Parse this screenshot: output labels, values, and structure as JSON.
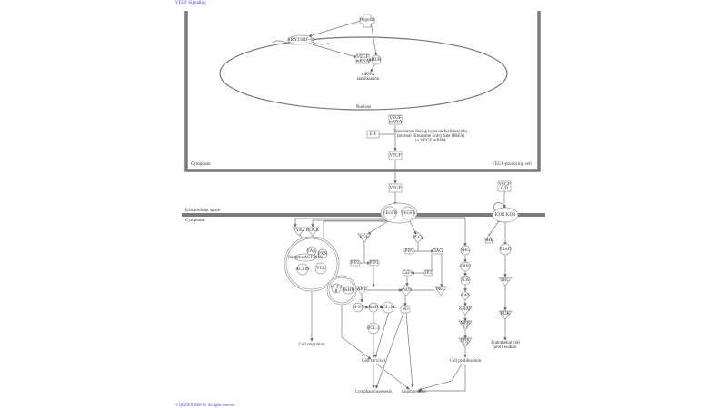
{
  "title": "VEGF Signaling",
  "footer": "© QIAGEN 2000-15. All rights reserved.",
  "compartments": {
    "nucleus": "Nucleus",
    "cytoplasm_top": "Cytoplasm",
    "producing_cell": "VEGF-producing cell",
    "extracellular": "Extracellular space",
    "cytoplasm_bottom": "Cytoplasm"
  },
  "annotation": [
    "Translation during hypoxia facilitated by",
    "Internal Ribosome Entry Site (IRES)",
    "in VEGF mRNA"
  ],
  "nodes": {
    "hypoxia": "Hypoxia",
    "arnt": "ARNT/HIF-1α",
    "vegf_mrna_n": [
      "VEGF",
      "mRNA"
    ],
    "hur": "HUR",
    "mrna_stab": [
      "mRNA",
      "stabilization"
    ],
    "vegf_mrna_c": [
      "VEGF",
      "mRNA"
    ],
    "eif": "EIF",
    "vegf1": "VEGF",
    "vegf2": "VEGF",
    "vegfr1": "VEGFR",
    "vegfr2": "VEGFR",
    "vegfcd": [
      "VEGF",
      "C/D"
    ],
    "kdr1": "KDR",
    "kdr2": "KDR",
    "shb": "SHB",
    "tsad": "TSAD",
    "src": "SRC",
    "pi3k_r": "PI3K",
    "endo_prolif": [
      "Endothelial cell",
      "proliferation"
    ],
    "pyk2": "PYK2",
    "rock": "ROCK",
    "fak": "FAK",
    "pxn": "PXN",
    "integrin": "Integrin/ACTININ",
    "actin": "ACTIN",
    "vcl": "VCL",
    "cell_migration": "Cell migration",
    "pi3k": "PI3K",
    "plcg": "PLCγ",
    "pip2a": "PIP2",
    "pip3": "PIP3",
    "pip2b": "PIP2",
    "dag": "DAG",
    "ca": "Ca2+",
    "ip3": "IP3",
    "akt": "AKT",
    "enos": "eNOS",
    "pkc": "PKC",
    "b1433": [
      "14-3-3",
      "β"
    ],
    "fkhr": "FKHR",
    "p1433": "14-3-3",
    "bad": "BAD",
    "bclxl": "BCL-XL",
    "bcl2": "BCL-2",
    "no": "NO",
    "shc": "SHC",
    "grb2": "GRB2",
    "sos": "SOS",
    "ras": "RAS",
    "craf": "c-RAF",
    "mek": [
      "MEK",
      "1/2"
    ],
    "erk": [
      "ERK",
      "1/2"
    ],
    "cell_survival": "Cell survival",
    "cell_prolif": "Cell proliferation",
    "lymph": "Lymphangiogenesis",
    "angio": "Angiogenesis"
  }
}
